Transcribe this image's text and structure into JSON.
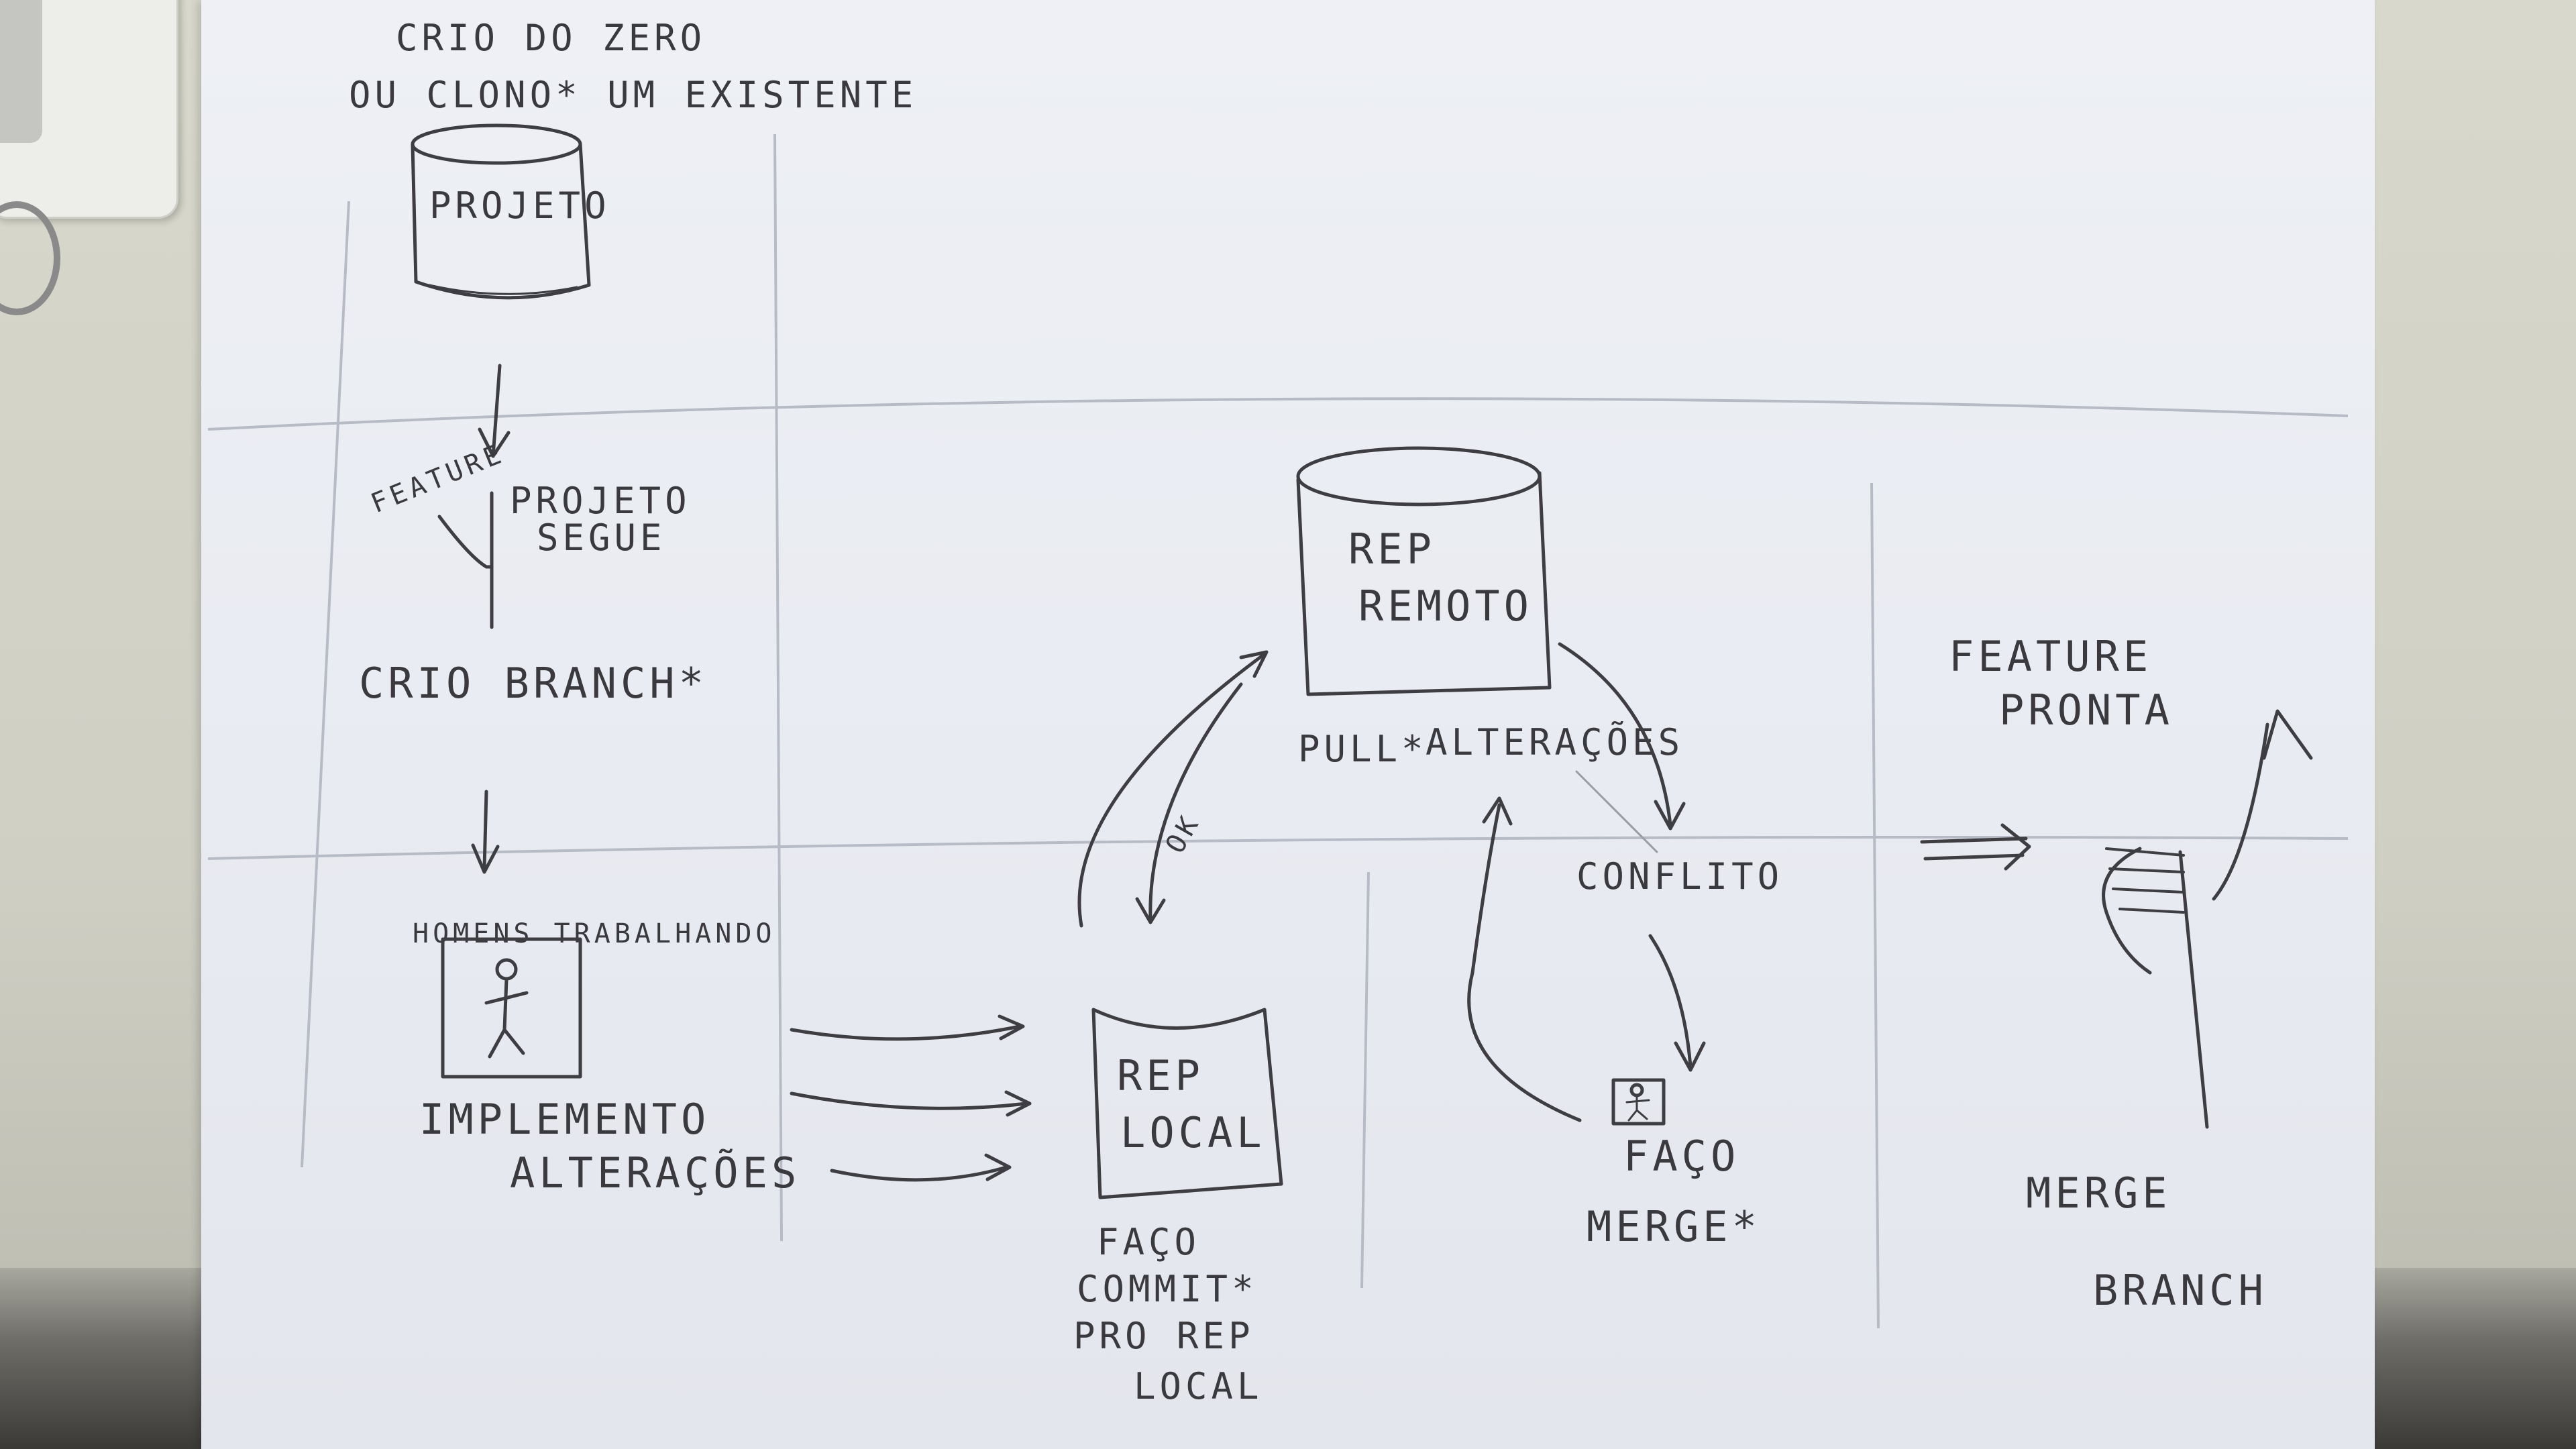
{
  "sketch": {
    "top_note_line1": "CRIO DO ZERO",
    "top_note_line2": "OU CLONO* UM EXISTENTE",
    "projeto_label": "PROJETO",
    "feature_label": "FEATURE",
    "projeto_segue_line1": "PROJETO",
    "projeto_segue_line2": "SEGUE",
    "crio_branch": "CRIO BRANCH*",
    "homens_trabalhando": "HOMENS TRABALHANDO",
    "implemento_line1": "IMPLEMENTO",
    "implemento_line2": "ALTERAÇÕES",
    "rep_local_line1": "REP",
    "rep_local_line2": "LOCAL",
    "faco_commit_line1": "FAÇO",
    "faco_commit_line2": "COMMIT*",
    "faco_commit_line3": "PRO REP",
    "faco_commit_line4": "LOCAL",
    "ok_label": "OK",
    "rep_remoto_line1": "REP",
    "rep_remoto_line2": "REMOTO",
    "pull_label": "PULL*",
    "alteracoes_label": "ALTERAÇÕES",
    "conflito_label": "CONFLITO",
    "faco_merge_line1": "FAÇO",
    "faco_merge_line2": "MERGE*",
    "feature_pronta_line1": "FEATURE",
    "feature_pronta_line2": "PRONTA",
    "merge_branch_line1": "MERGE",
    "merge_branch_line2": "BRANCH"
  },
  "colors": {
    "pencil": "#3a3a3e",
    "paper": "#eceef3",
    "desk": "#d3d3c8"
  }
}
